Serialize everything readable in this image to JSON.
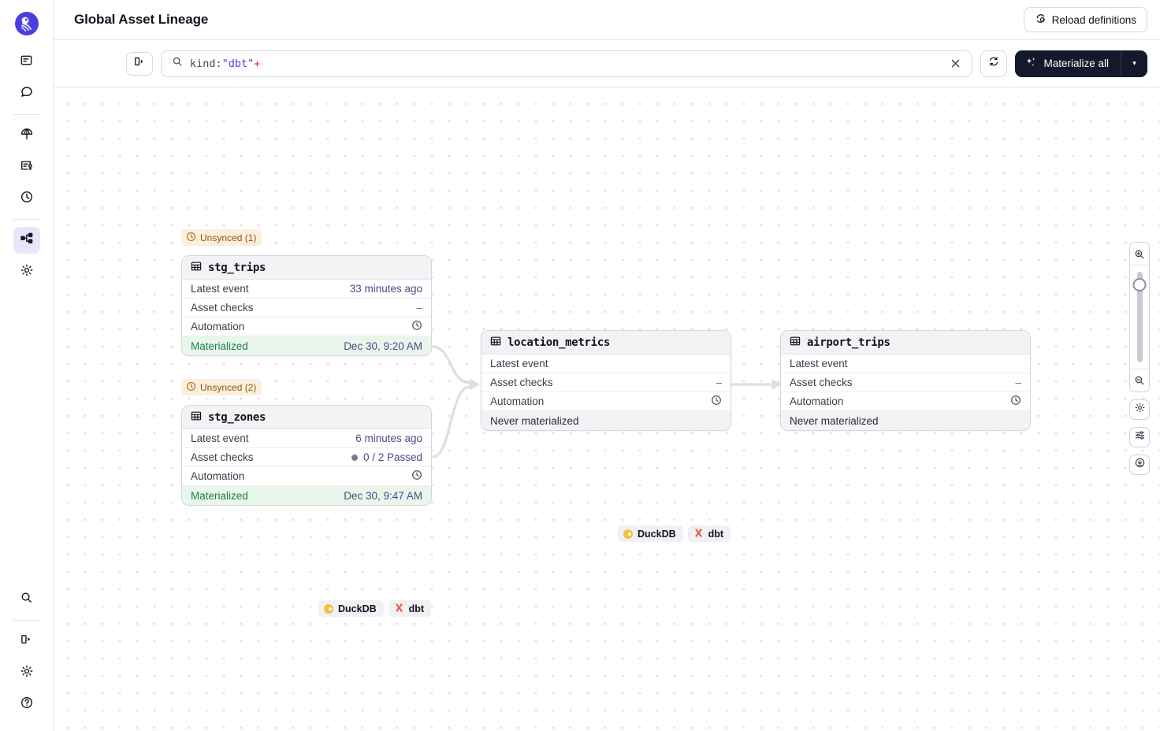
{
  "header": {
    "title": "Global Asset Lineage",
    "reload_label": "Reload definitions",
    "reload_icon": "reload-definitions-icon"
  },
  "toolbar": {
    "panel_toggle_icon": "panel-toggle-icon",
    "search_icon": "search-icon",
    "search_query_key": "kind:",
    "search_query_value": "\"dbt\"",
    "search_query_op": "+",
    "clear_icon": "close-icon",
    "refresh_icon": "refresh-icon",
    "materialize_label": "Materialize all",
    "materialize_icon": "sparkles-icon",
    "materialize_caret": "▾"
  },
  "sidebar": {
    "logo_name": "dagster-logo",
    "items": [
      {
        "name": "sidebar-item-overview",
        "icon": "overview-icon",
        "active": false
      },
      {
        "name": "sidebar-item-runs",
        "icon": "chat-runs-icon",
        "active": false
      },
      {
        "name": "sidebar-item-deployment",
        "icon": "globe-icon",
        "active": false
      },
      {
        "name": "sidebar-item-jobs",
        "icon": "jobs-icon",
        "active": false
      },
      {
        "name": "sidebar-item-schedules",
        "icon": "clock-icon",
        "active": false
      },
      {
        "name": "sidebar-item-asset-lineage",
        "icon": "lineage-icon",
        "active": true
      },
      {
        "name": "sidebar-item-settings",
        "icon": "gear-icon",
        "active": false
      }
    ],
    "bottom_items": [
      {
        "name": "sidebar-item-search",
        "icon": "search-icon"
      },
      {
        "name": "sidebar-item-collapse",
        "icon": "panel-toggle-icon"
      },
      {
        "name": "sidebar-item-user-settings",
        "icon": "gear-icon"
      },
      {
        "name": "sidebar-item-help",
        "icon": "help-circle-icon"
      }
    ]
  },
  "graph": {
    "row_labels": {
      "latest_event": "Latest event",
      "asset_checks": "Asset checks",
      "automation": "Automation",
      "materialized": "Materialized",
      "never_materialized": "Never materialized"
    },
    "nodes": [
      {
        "id": "stg_trips",
        "title": "stg_trips",
        "badge": "Unsynced (1)",
        "latest_event": "33 minutes ago",
        "asset_checks": "–",
        "asset_checks_has_dot": false,
        "status_label": "Materialized",
        "status_value": "Dec 30, 9:20 AM",
        "status_kind": "materialized",
        "tags": [
          "DuckDB",
          "dbt"
        ]
      },
      {
        "id": "stg_zones",
        "title": "stg_zones",
        "badge": "Unsynced (2)",
        "latest_event": "6 minutes ago",
        "asset_checks": "0 / 2 Passed",
        "asset_checks_has_dot": true,
        "status_label": "Materialized",
        "status_value": "Dec 30, 9:47 AM",
        "status_kind": "materialized",
        "tags": [
          "DuckDB",
          "dbt"
        ]
      },
      {
        "id": "location_metrics",
        "title": "location_metrics",
        "badge": null,
        "latest_event": "",
        "asset_checks": "–",
        "asset_checks_has_dot": false,
        "status_label": "Never materialized",
        "status_value": "",
        "status_kind": "never",
        "tags": [
          "DuckDB",
          "dbt"
        ]
      },
      {
        "id": "airport_trips",
        "title": "airport_trips",
        "badge": null,
        "latest_event": "",
        "asset_checks": "–",
        "asset_checks_has_dot": false,
        "status_label": "Never materialized",
        "status_value": "",
        "status_kind": "never",
        "tags": []
      }
    ],
    "edges": [
      {
        "from": "stg_trips",
        "to": "location_metrics"
      },
      {
        "from": "stg_zones",
        "to": "location_metrics"
      },
      {
        "from": "location_metrics",
        "to": "airport_trips"
      }
    ]
  },
  "zoom_controls": {
    "zoom_in_icon": "zoom-in-icon",
    "zoom_out_icon": "zoom-out-icon",
    "slider_name": "zoom-slider",
    "gear_icon": "gear-icon",
    "filters_icon": "filters-icon",
    "download_icon": "download-icon"
  },
  "colors": {
    "accent": "#4b3ee0",
    "dark_button": "#13182b",
    "materialized_bg": "#e8f6ec",
    "materialized_text": "#1d7a45",
    "unsynced_bg": "#fdeedd",
    "unsynced_text": "#8a5a12",
    "duckdb_yellow": "#f5c13a",
    "dbt_orange": "#ef5b3b"
  }
}
